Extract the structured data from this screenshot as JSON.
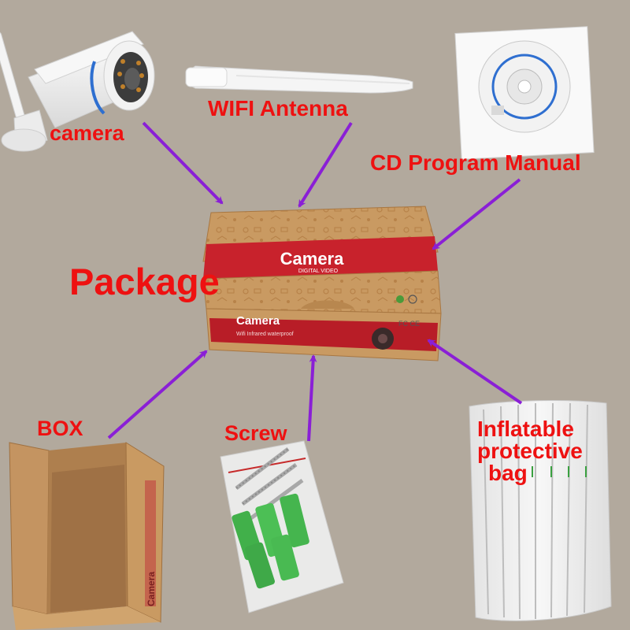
{
  "labels": {
    "camera": "camera",
    "antenna": "WIFI Antenna",
    "cd": "CD Program Manual",
    "package": "Package",
    "box": "BOX",
    "screw": "Screw",
    "bag_line1": "Inflatable",
    "bag_line2": "protective",
    "bag_line3": "bag"
  },
  "package_box": {
    "brand": "Camera",
    "brand_sub": "DIGITAL VIDEO",
    "side_brand": "Camera",
    "side_sub": "Wifi Infrared waterproof",
    "marks": "FC CE"
  },
  "open_box": {
    "side_brand": "Camera"
  },
  "colors": {
    "background": "#b2a99d",
    "label_red": "#ee1111",
    "arrow_purple": "#8a1fd6",
    "cardboard": "#c99a62",
    "stripe_red": "#c8222c"
  }
}
